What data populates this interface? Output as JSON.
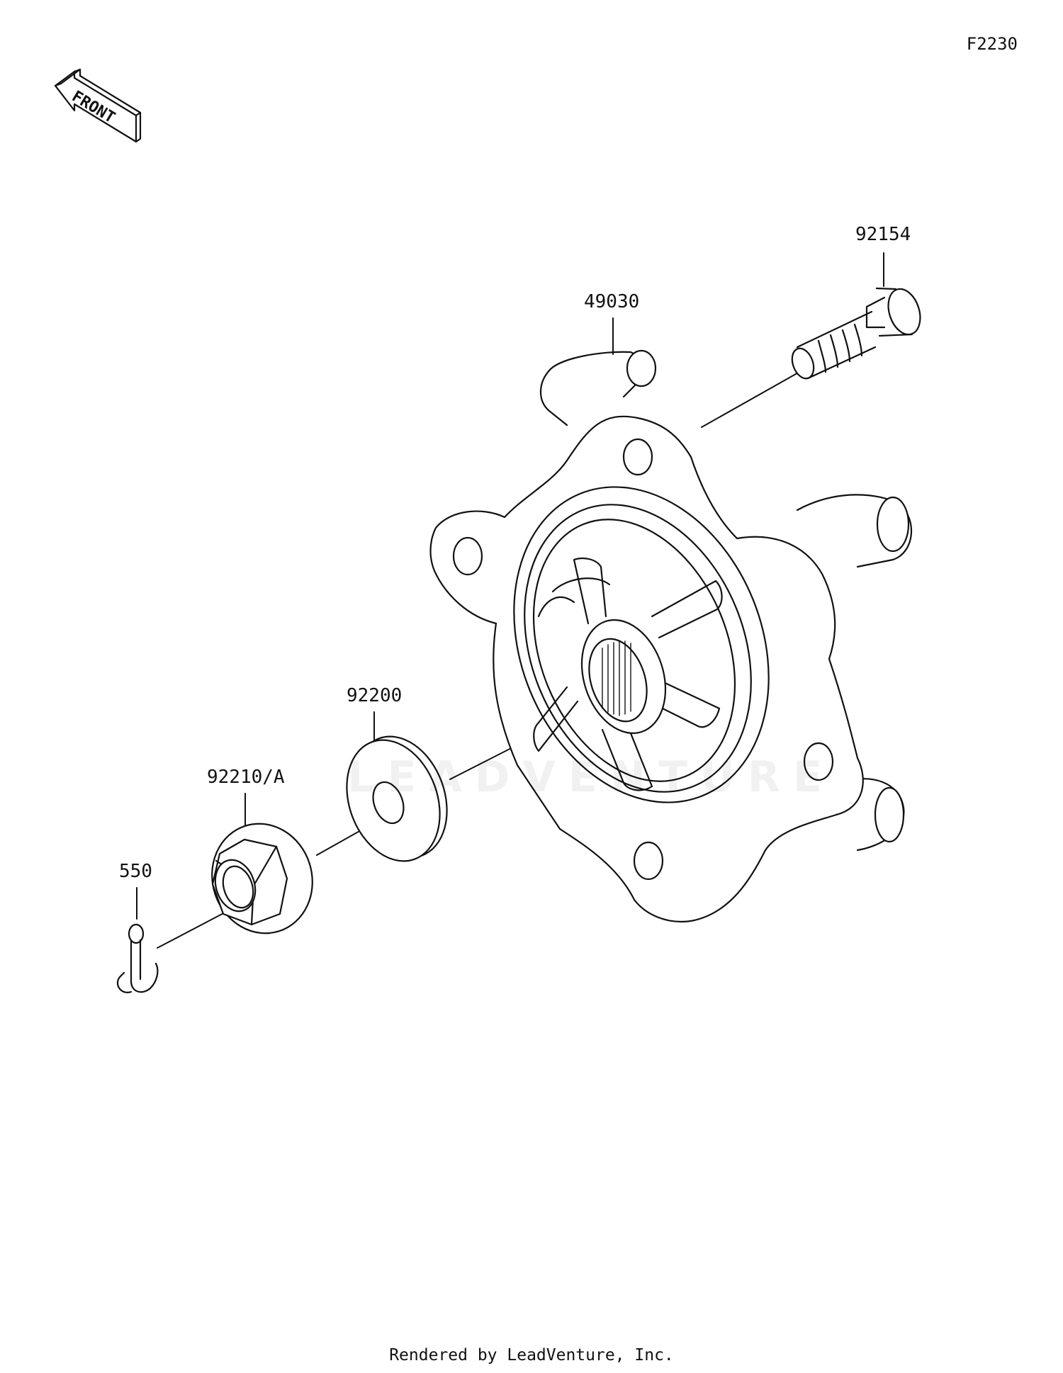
{
  "diagram_code": "F2230",
  "front_arrow": {
    "label": "FRONT",
    "icon": "front-direction-arrow-icon"
  },
  "parts": [
    {
      "number": "92154",
      "name": "stud-bolt"
    },
    {
      "number": "49030",
      "name": "wheel-hub"
    },
    {
      "number": "92200",
      "name": "washer"
    },
    {
      "number": "92210/A",
      "name": "flange-nut"
    },
    {
      "number": "550",
      "name": "cotter-pin"
    }
  ],
  "watermark": "LEADVENTURE",
  "footer": "Rendered by LeadVenture, Inc."
}
